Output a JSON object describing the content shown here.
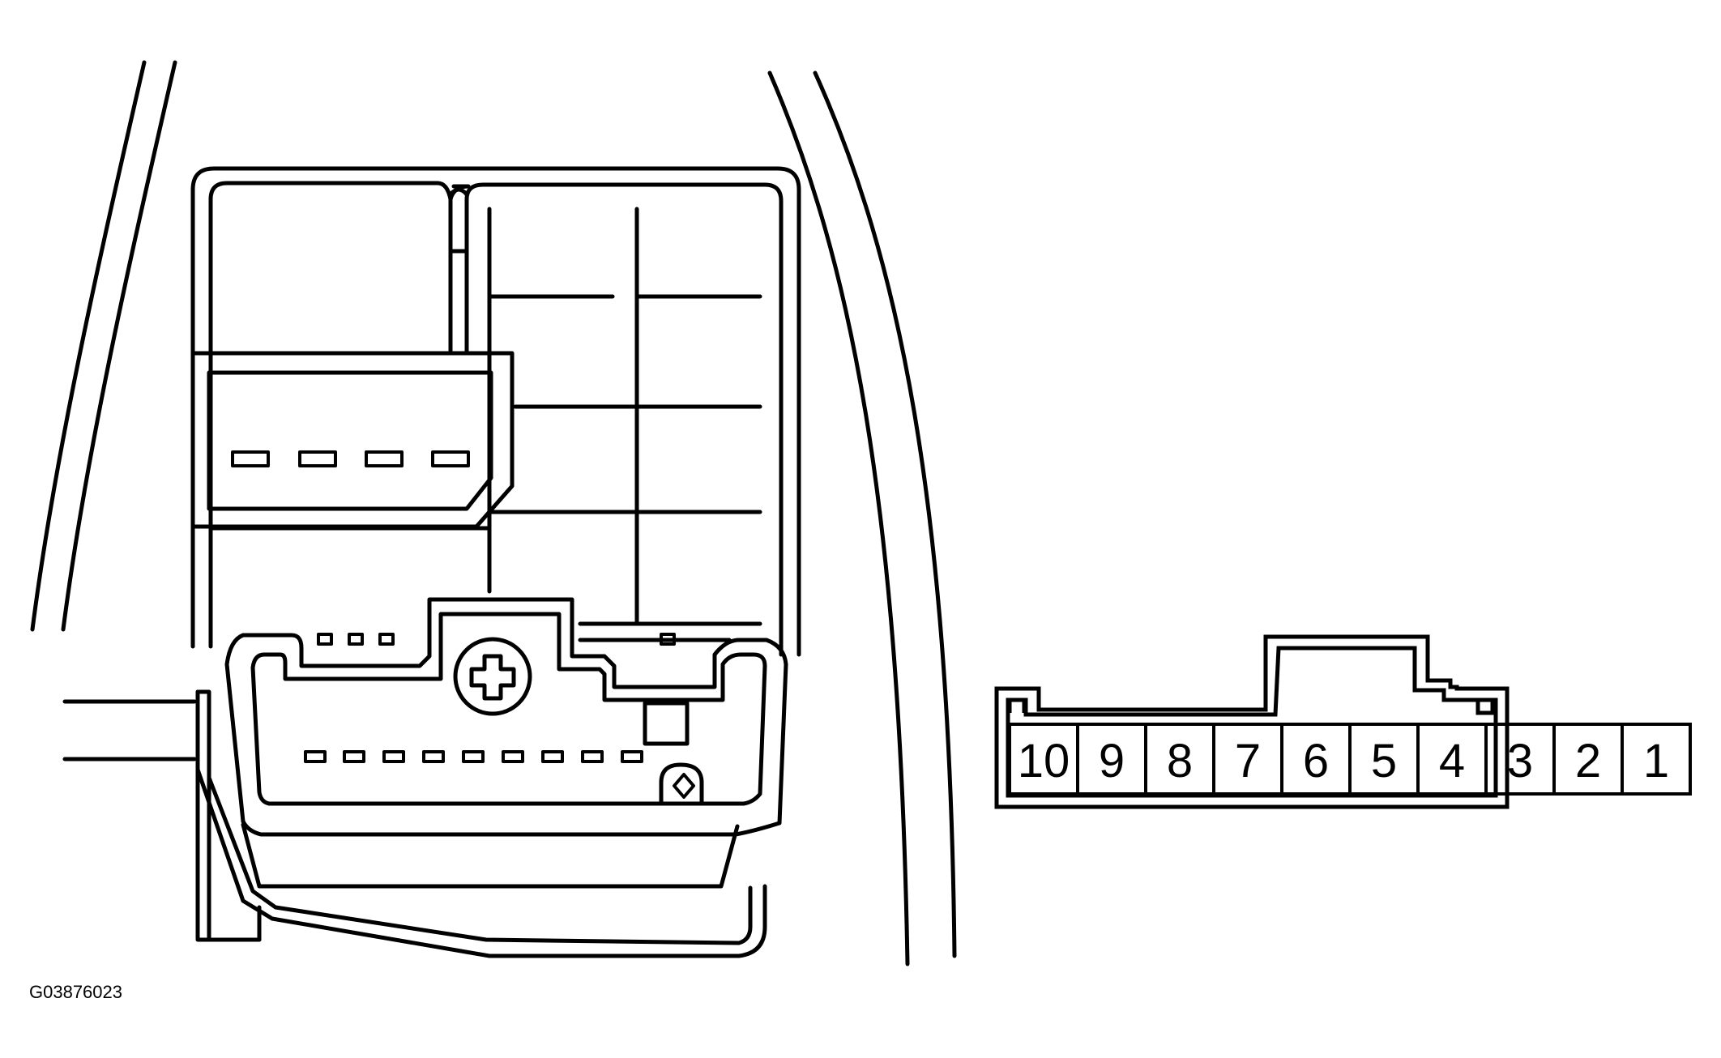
{
  "figure_code": "G03876023",
  "connector": {
    "pins": [
      "10",
      "9",
      "8",
      "7",
      "6",
      "5",
      "4",
      "3",
      "2",
      "1"
    ]
  },
  "colors": {
    "line": "#000000",
    "background": "#ffffff"
  }
}
